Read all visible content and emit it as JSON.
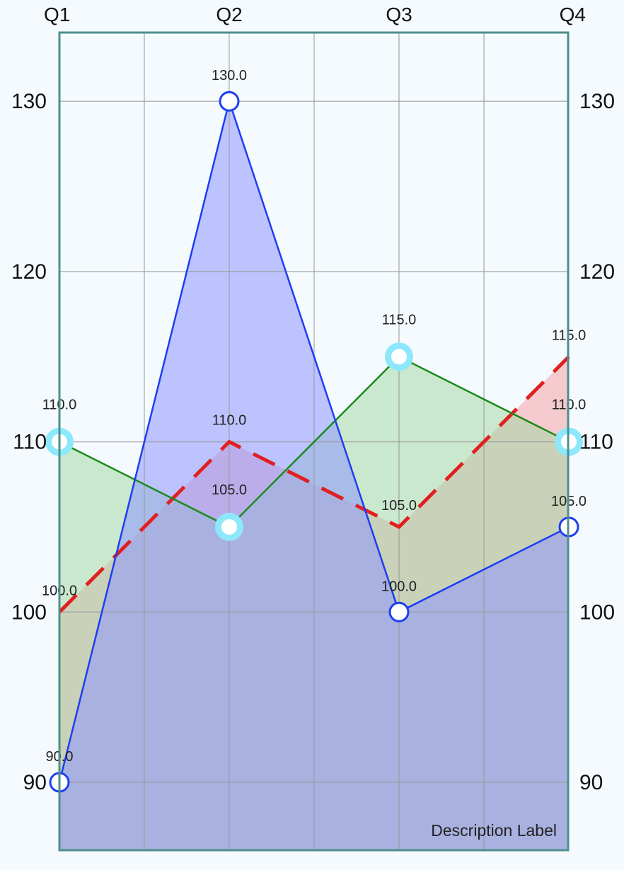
{
  "chart_data": {
    "type": "area",
    "categories": [
      "Q1",
      "Q2",
      "Q3",
      "Q4"
    ],
    "series": [
      {
        "values": [
          100,
          110,
          105,
          115
        ],
        "line_color": "#e02020",
        "fill_color": "#f2a3a8",
        "line_style": "dashed",
        "markers": "none"
      },
      {
        "values": [
          110,
          105,
          115,
          110
        ],
        "line_color": "#1a8a1a",
        "fill_color": "#a6d9a6",
        "line_style": "solid",
        "markers": "circle-filled-cyan"
      },
      {
        "values": [
          90,
          130,
          100,
          105
        ],
        "line_color": "#1e3ef0",
        "fill_color": "#8c96ff",
        "line_style": "solid",
        "markers": "circle-hollow-blue"
      }
    ],
    "y_ticks": [
      90,
      100,
      110,
      120,
      130
    ],
    "ylim": [
      86,
      134
    ],
    "grid": true,
    "y_axis_labels": "both-sides",
    "x_axis_labels": "top",
    "description": "Description Label",
    "colors": {
      "background": "#f5faff",
      "border": "#4e8f8c",
      "grid": "#9a9a9a",
      "marker_cyan": "#8ee8fb",
      "marker_white": "#ffffff"
    }
  }
}
